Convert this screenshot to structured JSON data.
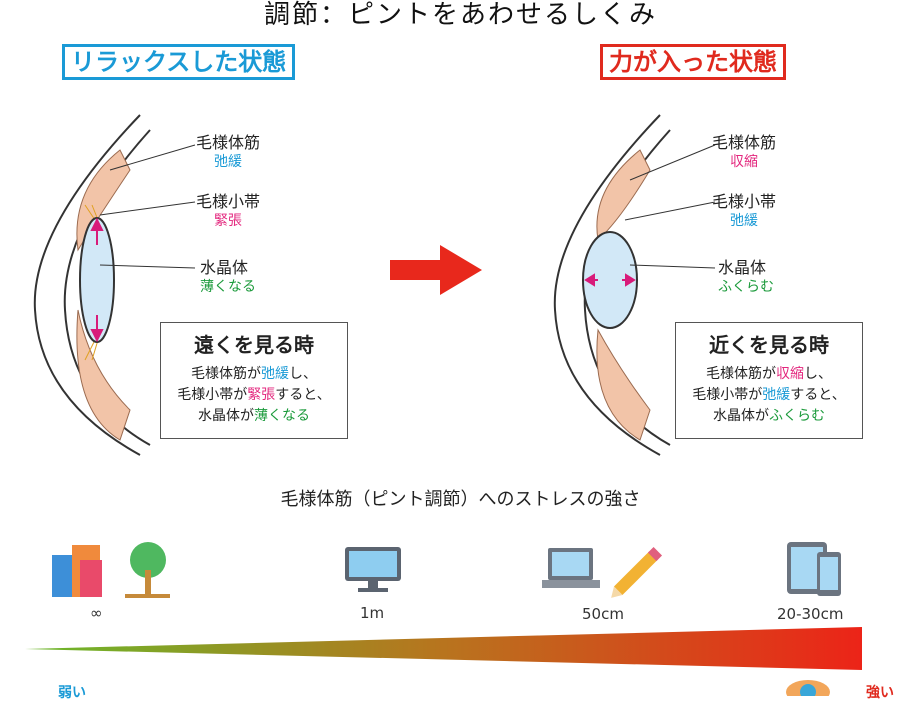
{
  "title": "調節：ピントをあわせるしくみ",
  "left": {
    "state": "リラックスした状態",
    "muscle": "毛様体筋",
    "muscle_state": "弛緩",
    "zonule": "毛様小帯",
    "zonule_state": "緊張",
    "lens": "水晶体",
    "lens_state": "薄くなる",
    "box_title": "遠くを見る時",
    "box_lines": [
      [
        "毛様体筋が",
        "弛緩",
        "し、"
      ],
      [
        "毛様小帯が",
        "緊張",
        "すると、"
      ],
      [
        "水晶体が",
        "薄くなる",
        ""
      ]
    ]
  },
  "right": {
    "state": "力が入った状態",
    "muscle": "毛様体筋",
    "muscle_state": "収縮",
    "zonule": "毛様小帯",
    "zonule_state": "弛緩",
    "lens": "水晶体",
    "lens_state": "ふくらむ",
    "box_title": "近くを見る時",
    "box_lines": [
      [
        "毛様体筋が",
        "収縮",
        "し、"
      ],
      [
        "毛様小帯が",
        "弛緩",
        "すると、"
      ],
      [
        "水晶体が",
        "ふくらむ",
        ""
      ]
    ]
  },
  "stress": {
    "title": "毛様体筋（ピント調節）へのストレスの強さ",
    "distances": [
      "∞",
      "1m",
      "50cm",
      "20-30cm"
    ],
    "weak": "弱い",
    "strong": "強い"
  },
  "colors": {
    "blue": "#1a9ad6",
    "red": "#e02a1e",
    "green": "#6ab82a"
  }
}
